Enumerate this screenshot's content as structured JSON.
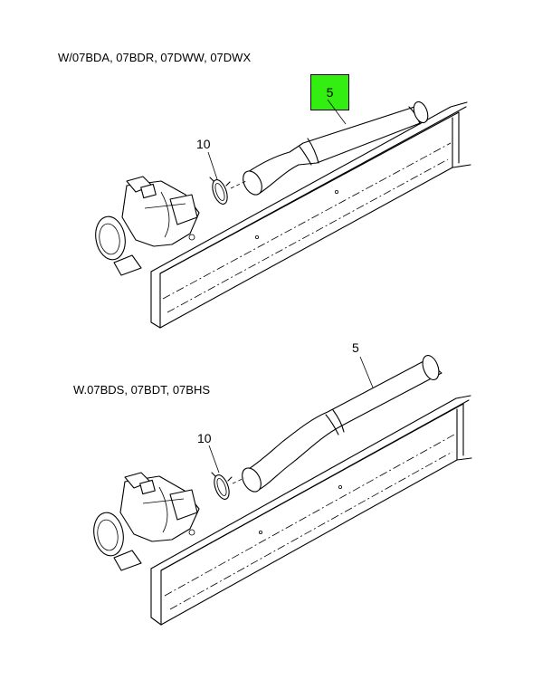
{
  "captions": {
    "upper": "W/07BDA, 07BDR, 07DWW, 07DWX",
    "lower": "W.07BDS, 07BDT, 07BHS"
  },
  "callouts": {
    "upper_pipe": "5",
    "upper_clamp": "10",
    "lower_pipe": "5",
    "lower_clamp": "10"
  },
  "colors": {
    "highlight": "#33ee11"
  }
}
